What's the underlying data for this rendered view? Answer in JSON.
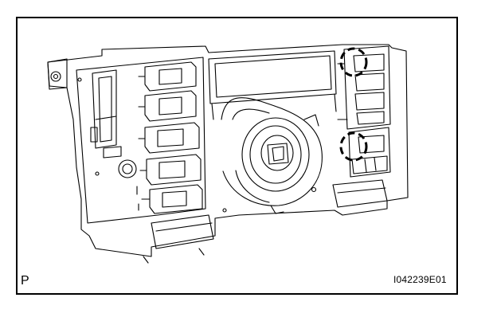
{
  "figure": {
    "view_label": "P",
    "illustration_code": "I042239E01",
    "subject": "climate-control-panel-rear-view",
    "callouts": [
      {
        "name": "upper-claw-callout",
        "shape": "dashed-circle"
      },
      {
        "name": "lower-claw-callout",
        "shape": "dashed-circle"
      }
    ],
    "colors": {
      "line": "#000000",
      "background": "#ffffff"
    }
  }
}
